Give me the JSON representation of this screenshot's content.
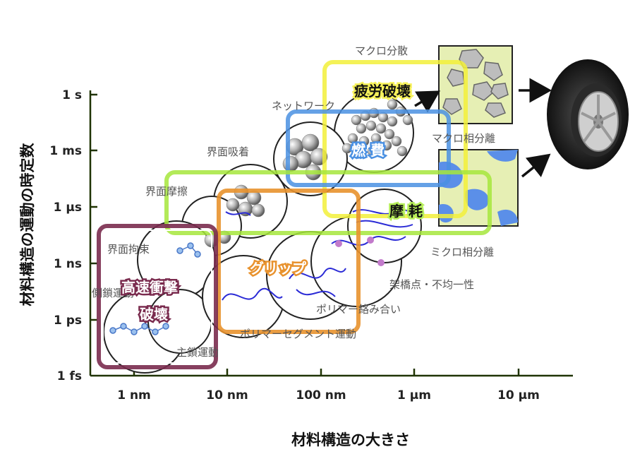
{
  "axes": {
    "y_title": "材料構造の運動の時定数",
    "x_title": "材料構造の大きさ",
    "y_ticks": [
      "1 s",
      "1 ms",
      "1 μs",
      "1 ns",
      "1 ps",
      "1 fs"
    ],
    "x_ticks": [
      "1 nm",
      "10 nm",
      "100 nm",
      "1 μm",
      "10 μm"
    ]
  },
  "structures": {
    "macro_dispersion": "マクロ分散",
    "macro_phase_separation": "マクロ相分離",
    "network": "ネットワーク",
    "interface_adsorption": "界面吸着",
    "interface_friction": "界面摩擦",
    "interface_restraint": "界面拘束",
    "side_chain_motion": "側鎖運動",
    "main_chain_motion": "主鎖運動",
    "polymer_segment_motion": "ポリマーセグメント運動",
    "polymer_entanglement": "ポリマー絡み合い",
    "crosslink_heterogeneity": "架橋点・不均一性",
    "micro_phase_separation": "ミクロ相分離"
  },
  "properties": {
    "fatigue_fracture": "疲労破壊",
    "fuel_economy": "燃 費",
    "wear": "摩 耗",
    "grip": "グリップ",
    "high_speed_impact_line1": "高速衝撃",
    "high_speed_impact_line2": "破壊"
  },
  "colors": {
    "fatigue": "#f2f03a",
    "fuel": "#4a90e2",
    "wear": "#a6e63c",
    "grip": "#e8922e",
    "impact": "#7a2b4e",
    "phase_blue": "#5b8fe8",
    "panel_bg": "#e6efb4",
    "axis": "#1f3300"
  }
}
